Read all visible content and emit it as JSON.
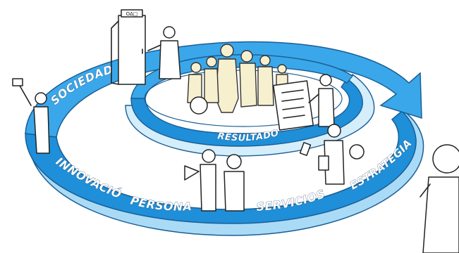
{
  "colors": {
    "band_dark": "#1e8fd8",
    "band_mid": "#3aa7ea",
    "band_light": "#a9dbf7",
    "band_pale": "#d5eefb",
    "outline": "#1b5e94",
    "cream": "#f7f0cf"
  },
  "labels": {
    "sociedad": "SOCIEDAD",
    "resultados": "RESULTADOS",
    "innovacion": "INNOVACIÓN",
    "personas": "PERSONAS",
    "servicios": "SERVICIOS",
    "estrategia": "ESTRATEGIA"
  },
  "door_sign": "O∆□"
}
